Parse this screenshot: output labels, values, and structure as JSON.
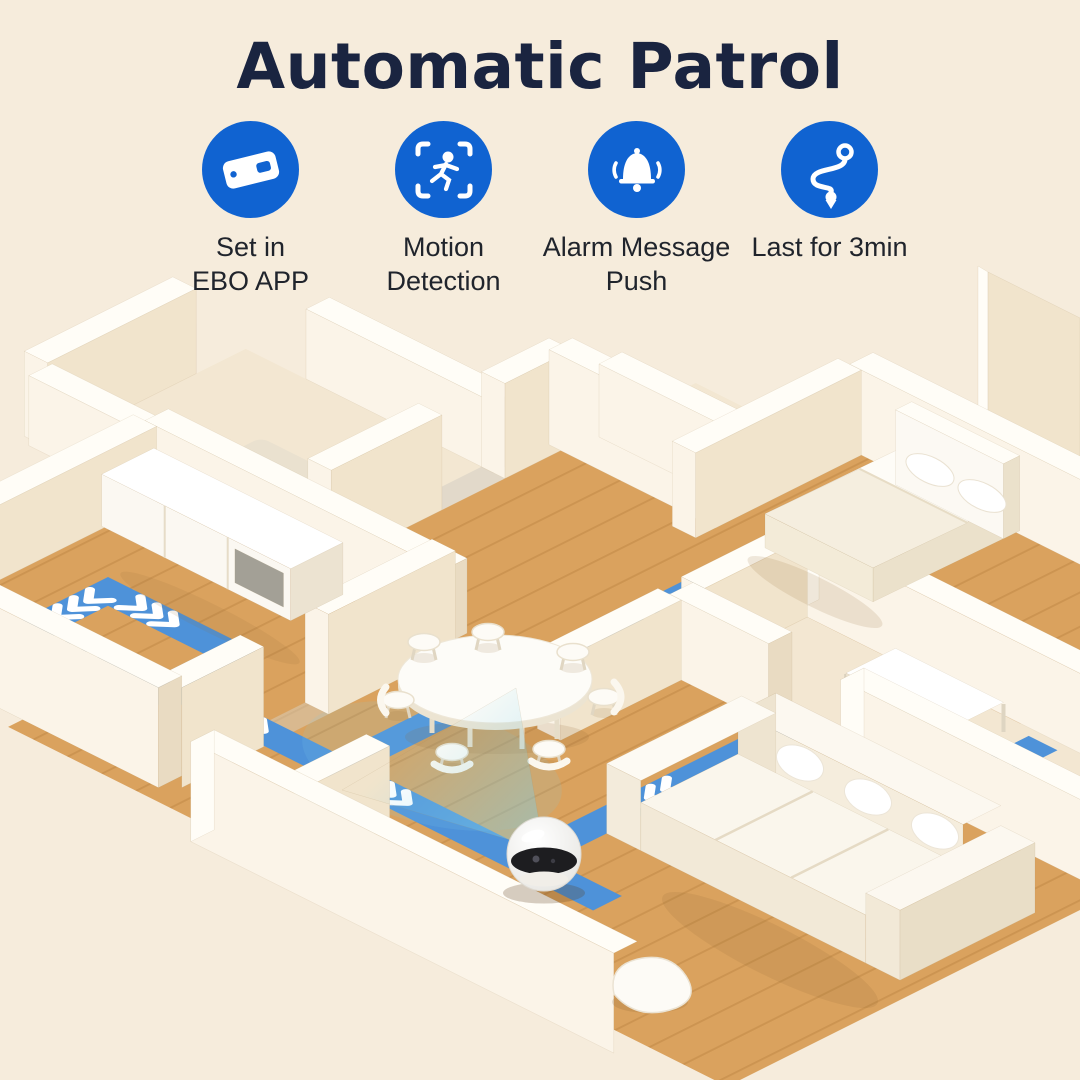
{
  "title": "Automatic Patrol",
  "features": [
    {
      "icon": "phone-icon",
      "lines": [
        "Set in",
        "EBO APP"
      ]
    },
    {
      "icon": "motion-detection-icon",
      "lines": [
        "Motion",
        "Detection"
      ]
    },
    {
      "icon": "alarm-bell-icon",
      "lines": [
        "Alarm Message",
        "Push"
      ]
    },
    {
      "icon": "route-icon",
      "lines": [
        "Last for 3min"
      ]
    }
  ],
  "colors": {
    "background": "#f6ecdc",
    "title": "#1a2440",
    "label": "#20242c",
    "icon_circle": "#1063d1",
    "icon_glyph": "#ffffff",
    "patrol_path": "#4e92d9",
    "wood_floor": "#daa25e",
    "wood_plank_line": "#c68f4c",
    "wall_top": "#fffdf7",
    "wall_bright": "#fbf4e8",
    "wall_shaded": "#e9dbc2",
    "robot_body": "#ffffff",
    "robot_visor": "#1d1d20",
    "camera_beam": "#7fd0e8"
  },
  "scene": {
    "type": "isometric-floorplan",
    "elements": [
      "patrol-path-loop",
      "patrol-path-corridor",
      "patrol-chevrons",
      "ebo-robot",
      "camera-beam",
      "dining-table",
      "dining-chairs",
      "sideboard-cabinet",
      "bed",
      "sofa",
      "pillows",
      "coffee-table",
      "side-table",
      "walls",
      "wood-floors"
    ]
  }
}
